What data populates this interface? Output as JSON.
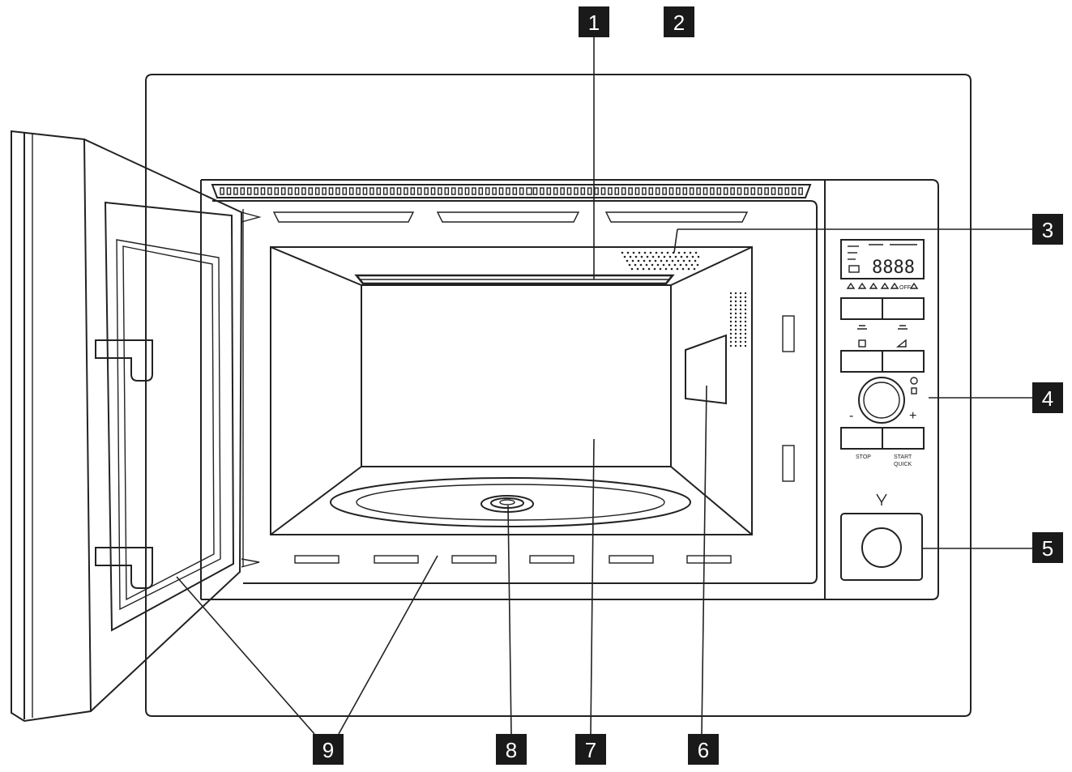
{
  "callouts": [
    {
      "id": "1",
      "label": "1"
    },
    {
      "id": "2",
      "label": "2"
    },
    {
      "id": "3",
      "label": "3"
    },
    {
      "id": "4",
      "label": "4"
    },
    {
      "id": "5",
      "label": "5"
    },
    {
      "id": "6",
      "label": "6"
    },
    {
      "id": "7",
      "label": "7"
    },
    {
      "id": "8",
      "label": "8"
    },
    {
      "id": "9",
      "label": "9"
    }
  ],
  "control_panel": {
    "display_digits": "8888",
    "dial_minus": "-",
    "dial_plus": "+",
    "stop_label": "STOP",
    "start_label_line1": "START",
    "start_label_line2": "QUICK",
    "off_label": "OFF"
  },
  "colors": {
    "line": "#222222",
    "callout_fill": "#1a1a1a",
    "callout_text": "#ffffff",
    "background": "#ffffff"
  }
}
